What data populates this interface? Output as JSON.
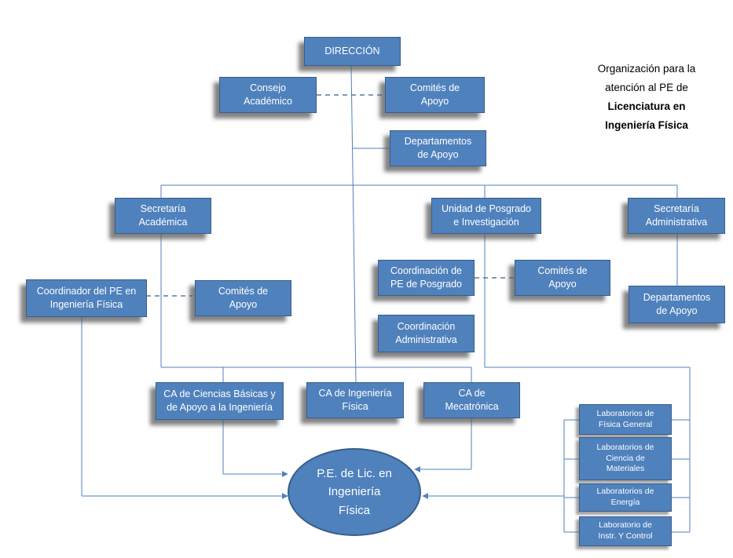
{
  "title": {
    "line1": "Organización para la",
    "line2": "atención al PE de",
    "line3": "Licenciatura en",
    "line4": "Ingeniería Física"
  },
  "nodes": {
    "direccion": "DIRECCIÓN",
    "consejo": "Consejo\nAcadémico",
    "comites_dir": "Comités de\nApoyo",
    "deptos_dir": "Departamentos\nde Apoyo",
    "sec_academica": "Secretaría\nAcadémica",
    "unidad_posgrado": "Unidad de Posgrado\ne Investigación",
    "sec_admin": "Secretaría\nAdministrativa",
    "coord_pe": "Coordinador  del PE en\nIngeniería Física",
    "comites_pe": "Comités de\nApoyo",
    "coord_posgrado": "Coordinación de\nPE de Posgrado",
    "comites_posgrado": "Comités de\nApoyo",
    "coord_admin": "Coordinación\nAdministrativa",
    "deptos_admin": "Departamentos\nde Apoyo",
    "ca_ciencias": "CA de Ciencias Básicas y\nde Apoyo  a la Ingeniería",
    "ca_ingenieria": "CA de Ingeniería\nFísica",
    "ca_mecatronica": "CA de\nMecatrónica",
    "lab_fisica": "Laboratorios de\nFísica General",
    "lab_materiales": "Laboratorios de\nCiencia de\nMateriales",
    "lab_energia": "Laboratorios de\nEnergía",
    "lab_control": "Laboratorio de\nInstr. Y Control",
    "pe": "P.E. de Lic. en\nIngeniería\nFísica"
  }
}
